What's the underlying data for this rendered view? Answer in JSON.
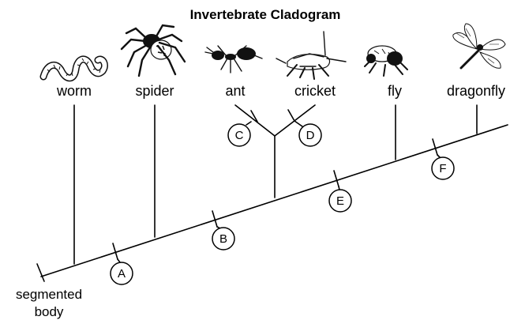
{
  "title": "Invertebrate Cladogram",
  "taxa": {
    "worm": "worm",
    "spider": "spider",
    "ant": "ant",
    "cricket": "cricket",
    "fly": "fly",
    "dragonfly": "dragonfly"
  },
  "markers": {
    "A": "A",
    "B": "B",
    "C": "C",
    "D": "D",
    "E": "E",
    "F": "F"
  },
  "root_label": {
    "line1": "segmented",
    "line2": "body"
  },
  "icons": {
    "worm": "worm-icon",
    "spider": "spider-icon",
    "ant": "ant-icon",
    "cricket": "cricket-icon",
    "fly": "fly-icon",
    "dragonfly": "dragonfly-icon"
  }
}
